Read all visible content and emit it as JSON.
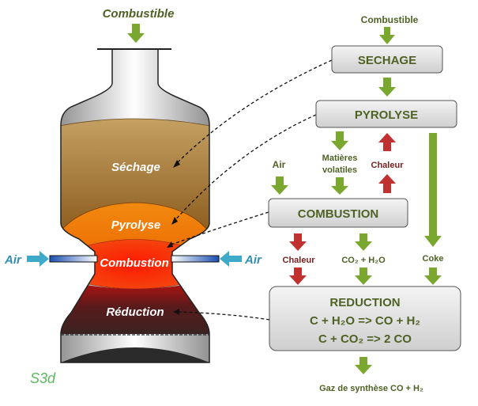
{
  "reactor": {
    "input_label": "Combustible",
    "zones": {
      "drying": "Séchage",
      "pyrolysis": "Pyrolyse",
      "combustion": "Combustion",
      "reduction": "Réduction"
    },
    "air_left": "Air",
    "air_right": "Air",
    "logo": "S3d"
  },
  "flow": {
    "input": "Combustible",
    "drying_box": "SECHAGE",
    "pyrolysis_box": "PYROLYSE",
    "air": "Air",
    "volatiles_line1": "Matières",
    "volatiles_line2": "volatiles",
    "heat_up": "Chaleur",
    "combustion_box": "COMBUSTION",
    "heat_down": "Chaleur",
    "combustion_products": "CO₂ + H₂O",
    "coke": "Coke",
    "reduction_box": {
      "title": "REDUCTION",
      "reaction1": "C + H₂O => CO + H₂",
      "reaction2": "C + CO₂ => 2 CO"
    },
    "output": "Gaz de synthèse CO + H₂"
  },
  "colors": {
    "green_arrow": "#7aa82e",
    "red_arrow": "#c0312f",
    "air_arrow": "#3fa9c9",
    "text_olive": "#4f6125",
    "text_maroon": "#7a1f1f"
  }
}
